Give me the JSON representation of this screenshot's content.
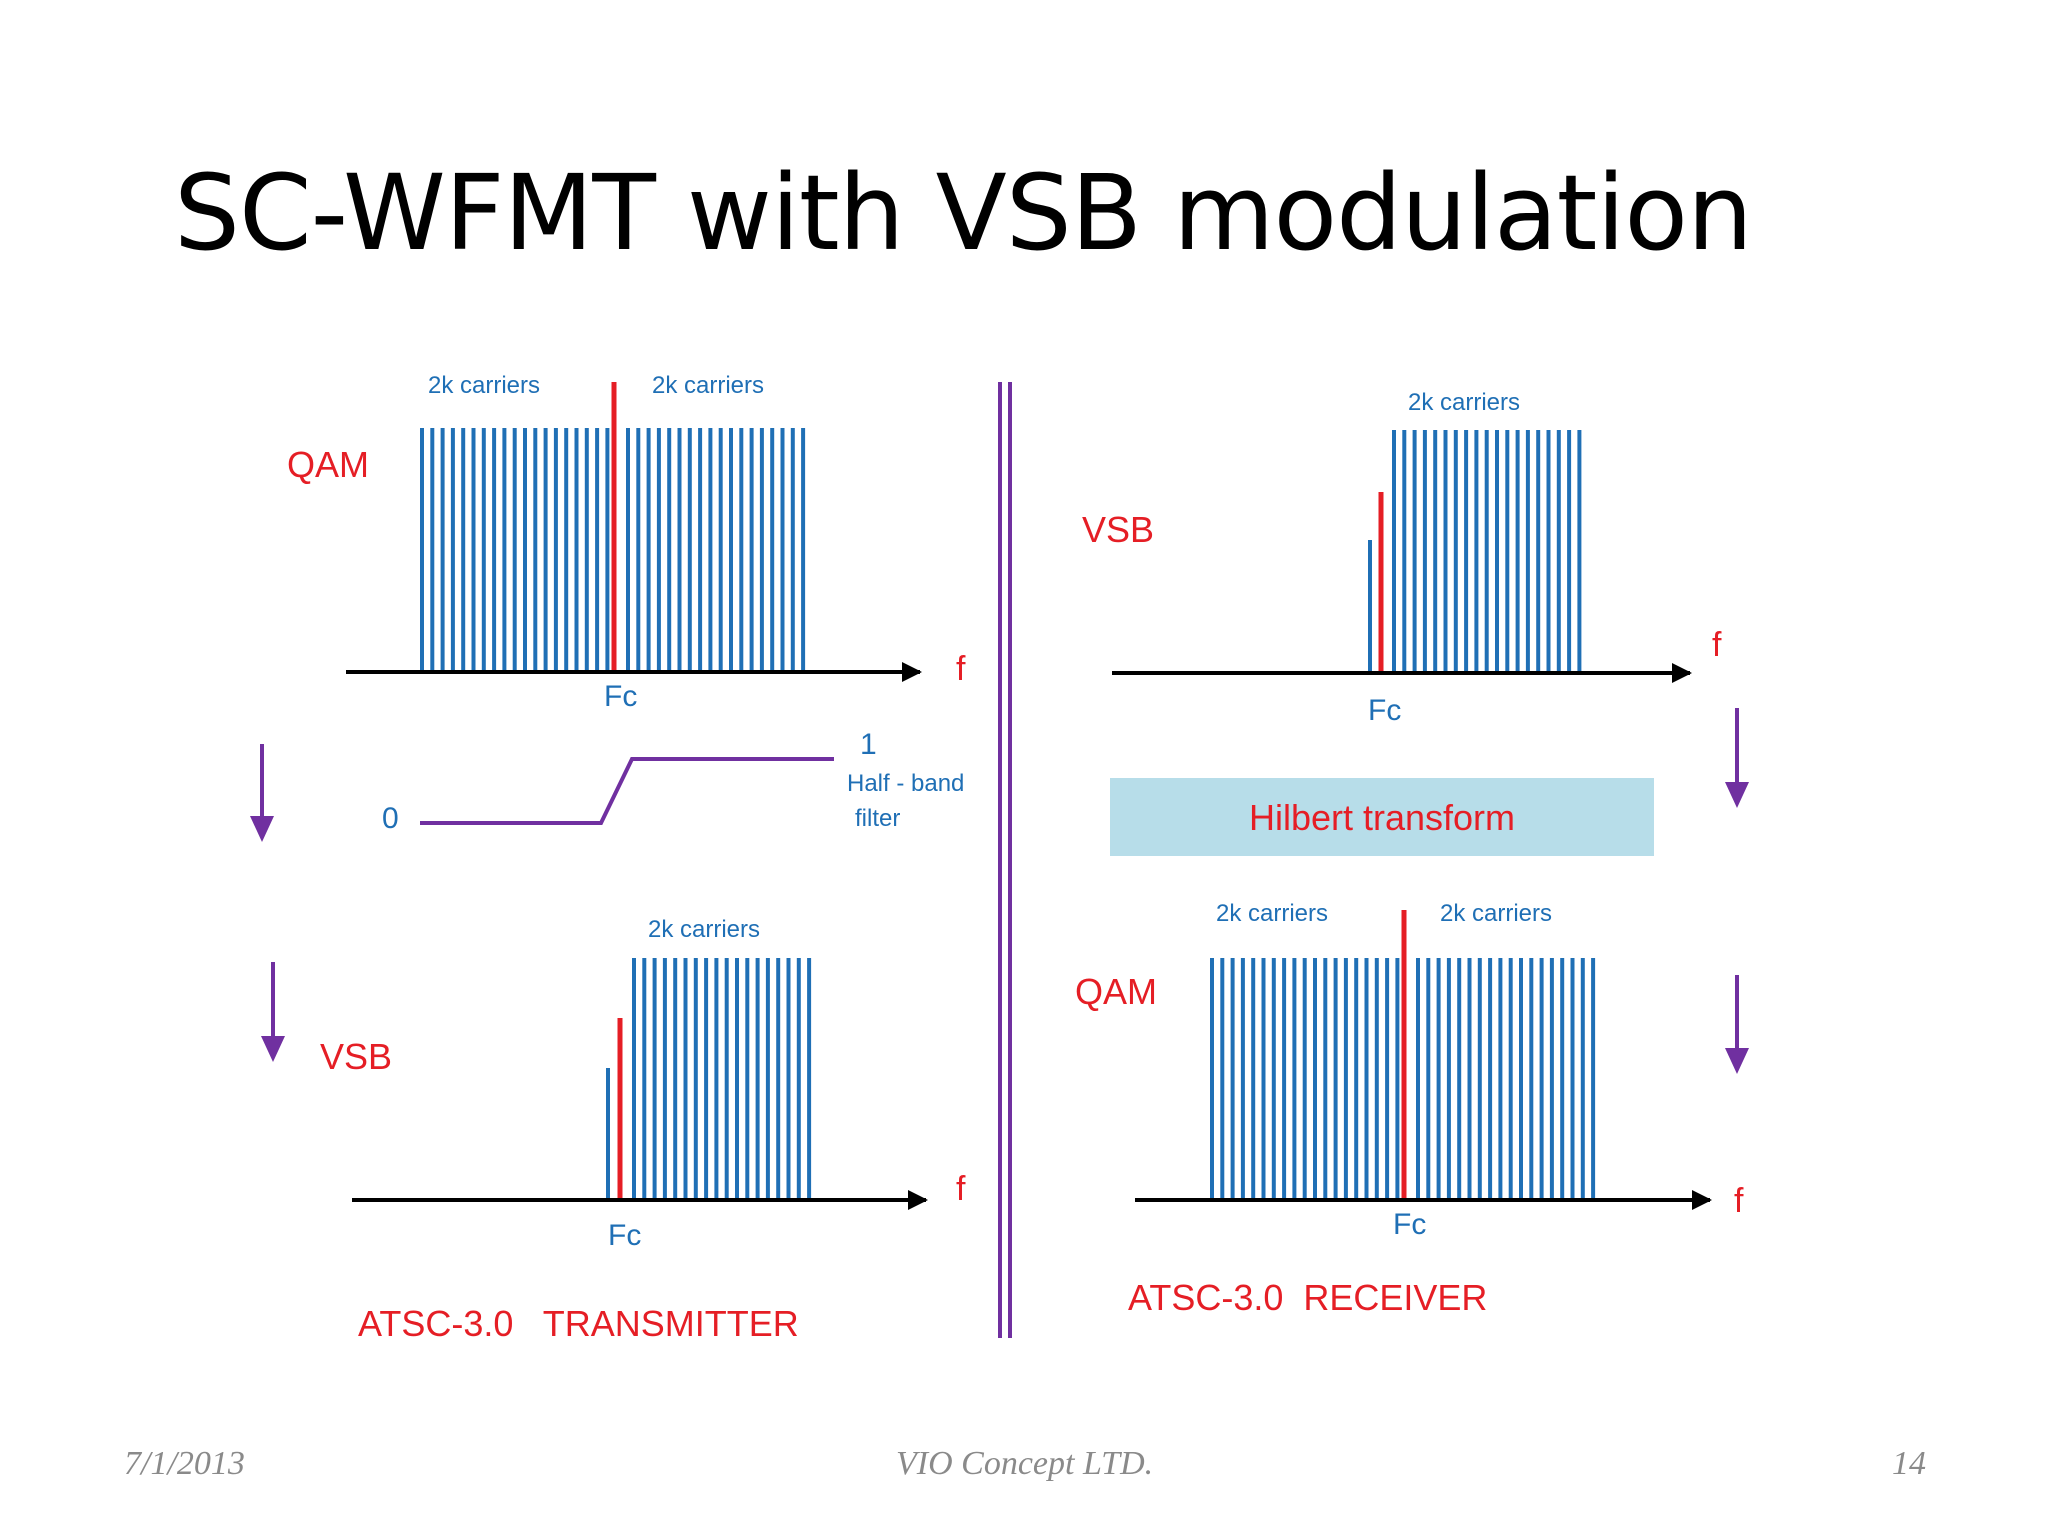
{
  "slide": {
    "title": "SC-WFMT with VSB modulation",
    "footer": {
      "date": "7/1/2013",
      "company": "VIO Concept LTD.",
      "page_number": "14"
    }
  },
  "transmitter": {
    "caption": "ATSC-3.0   TRANSMITTER",
    "qam_panel": {
      "mode_label": "QAM",
      "left_carriers_label": "2k carriers",
      "right_carriers_label": "2k carriers",
      "fc_label": "Fc",
      "axis_label": "f"
    },
    "filter_panel": {
      "low_level_label": "0",
      "high_level_label": "1",
      "filter_label_line1": "Half - band",
      "filter_label_line2": "filter"
    },
    "vsb_panel": {
      "mode_label": "VSB",
      "carriers_label": "2k carriers",
      "fc_label": "Fc",
      "axis_label": "f"
    }
  },
  "receiver": {
    "caption": "ATSC-3.0  RECEIVER",
    "vsb_panel": {
      "mode_label": "VSB",
      "carriers_label": "2k carriers",
      "fc_label": "Fc",
      "axis_label": "f"
    },
    "transform_box": {
      "label": "Hilbert transform"
    },
    "qam_panel": {
      "mode_label": "QAM",
      "left_carriers_label": "2k carriers",
      "right_carriers_label": "2k carriers",
      "fc_label": "Fc",
      "axis_label": "f"
    }
  },
  "colors": {
    "carrier_blue": "#1f6fb5",
    "carrier_red": "#e51e25",
    "arrow_purple": "#7030a0",
    "axis_black": "#000000",
    "transform_box_fill": "#b7dde9"
  }
}
